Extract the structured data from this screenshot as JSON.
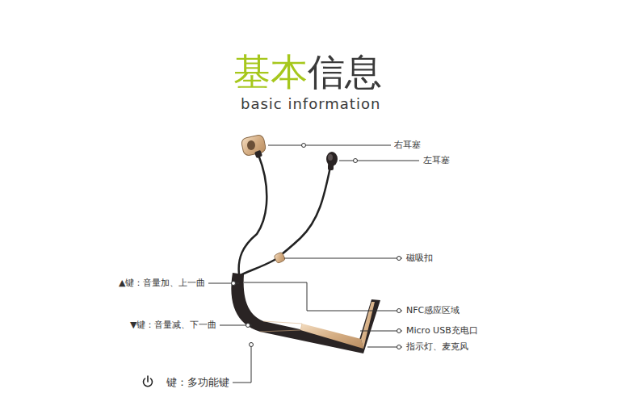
{
  "diagram": {
    "title": "基本信息",
    "labels": [
      "basic information",
      "右耳塞",
      "左耳塞",
      "磁吸扣",
      "NFC感应区域",
      "Micro USB充电口",
      "指示灯、麦克风",
      "▲键：音量加、上一曲",
      "▼键：音量减、下一曲",
      "键：多功能键"
    ]
  }
}
